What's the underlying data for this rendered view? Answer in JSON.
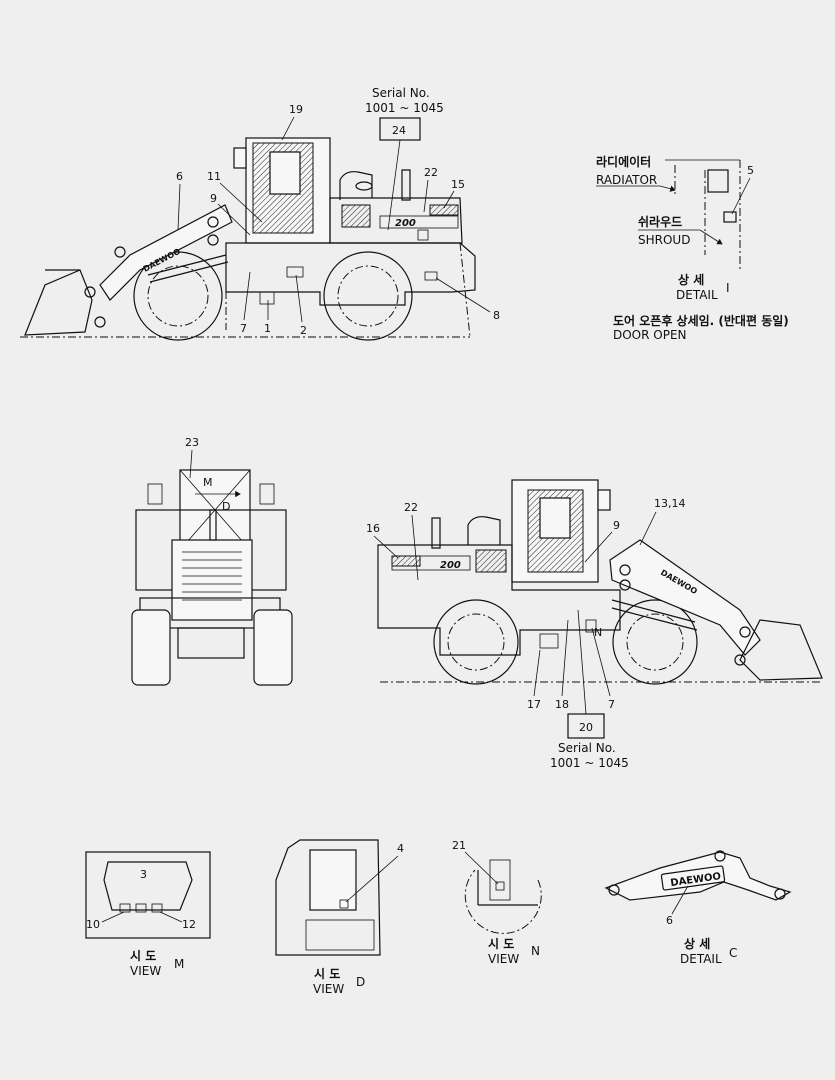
{
  "labels": {
    "serial_top_title": "Serial No.",
    "serial_top_range": "1001 ~ 1045",
    "serial_bottom_title": "Serial No.",
    "serial_bottom_range": "1001 ~ 1045",
    "radiator_ko": "라디에이터",
    "radiator_en": "RADIATOR",
    "shroud_ko": "쉬라우드",
    "shroud_en": "SHROUD",
    "detail_ko": "상 세",
    "detail_en": "DETAIL",
    "detail_ref_i": "I",
    "door_open_ko": "도어 오픈후 상세임. (반대편 동일)",
    "door_open_en": "DOOR OPEN",
    "view_m_ko": "시 도",
    "view_m_en": "VIEW",
    "view_m_ref": "M",
    "view_d_ko": "시 도",
    "view_d_en": "VIEW",
    "view_d_ref": "D",
    "view_n_ko": "시 도",
    "view_n_en": "VIEW",
    "view_n_ref": "N",
    "detail_c_ko": "상 세",
    "detail_c_en": "DETAIL",
    "detail_c_ref": "C",
    "front_m": "M",
    "front_d": "D",
    "rear_n": "N",
    "model_text_left": "200",
    "model_text_right": "200",
    "brand": "DAEWOO"
  },
  "callouts": {
    "c1": "1",
    "c2": "2",
    "c3": "3",
    "c4": "4",
    "c5": "5",
    "c6_top": "6",
    "c6_detail": "6",
    "c7_top": "7",
    "c7_bottom": "7",
    "c8": "8",
    "c9_top": "9",
    "c9_bottom": "9",
    "c10": "10",
    "c11": "11",
    "c12": "12",
    "c13_14": "13,14",
    "c15": "15",
    "c16": "16",
    "c17": "17",
    "c18": "18",
    "c19": "19",
    "c20": "20",
    "c21": "21",
    "c22_top": "22",
    "c22_bottom": "22",
    "c23": "23",
    "c24": "24"
  }
}
